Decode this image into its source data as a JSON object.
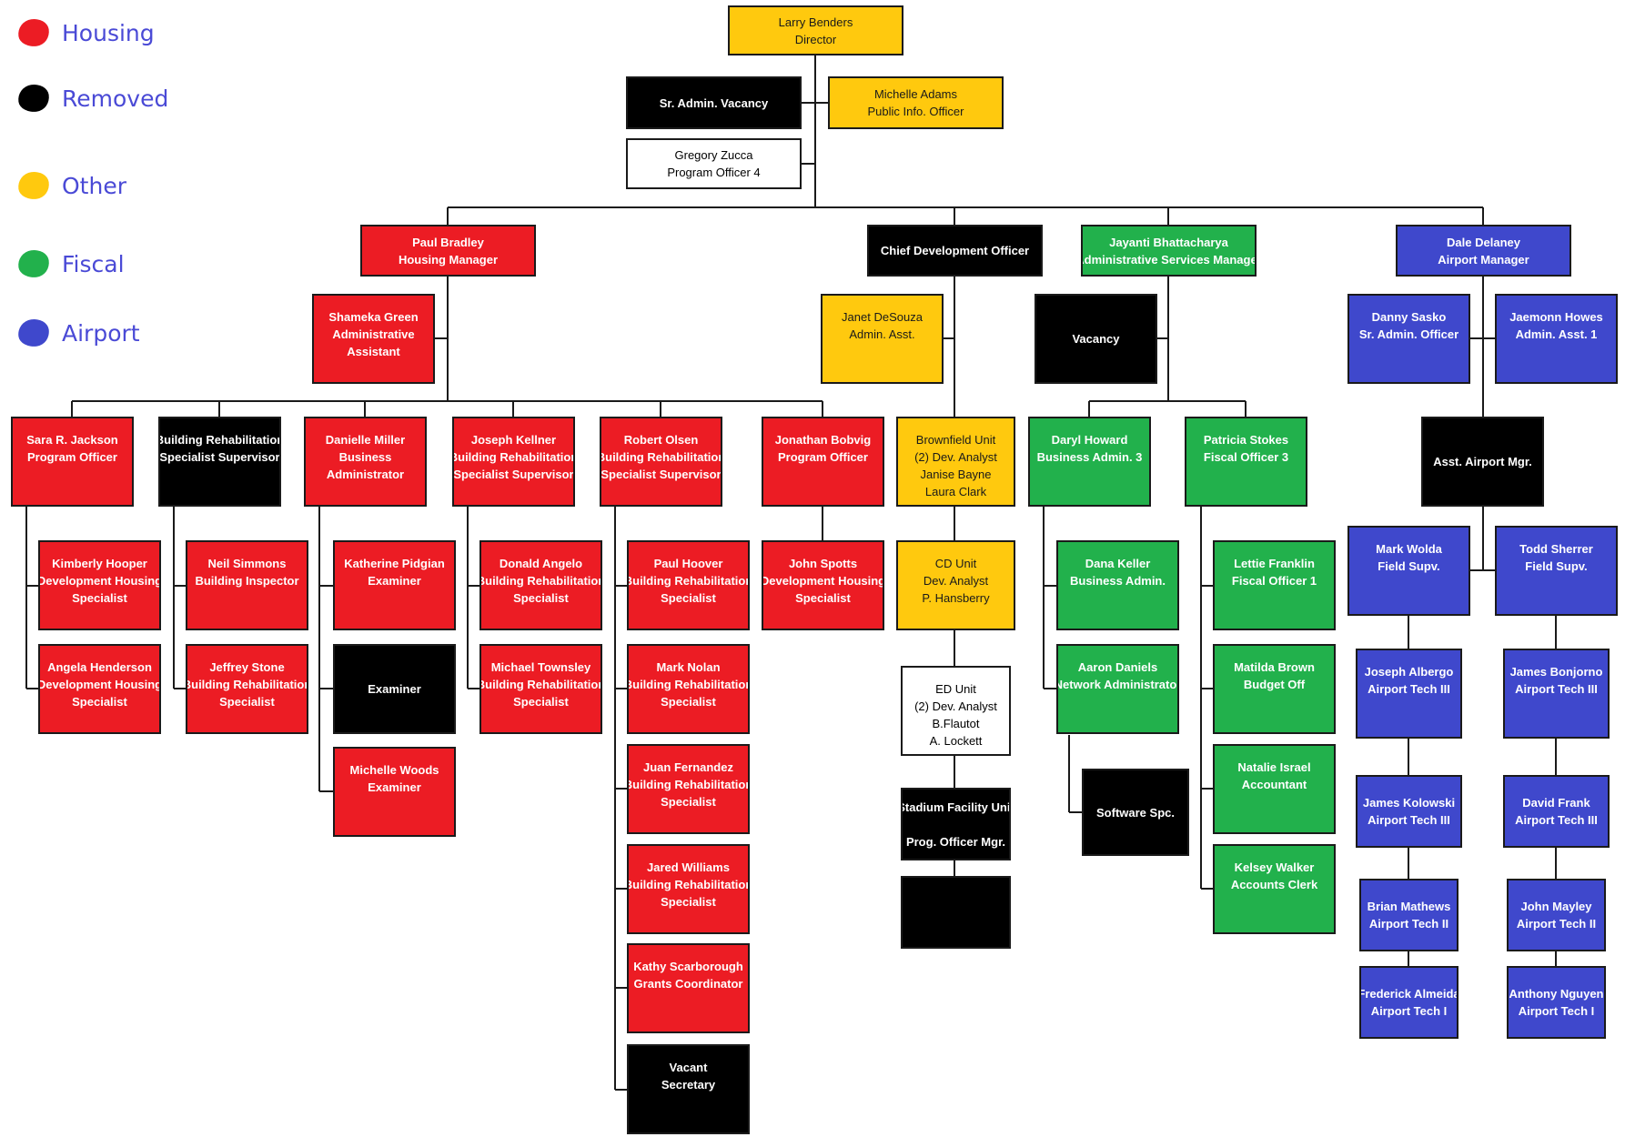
{
  "legend": [
    {
      "label": "Housing",
      "color": "#ec1c24"
    },
    {
      "label": "Removed",
      "color": "#000000"
    },
    {
      "label": "Other",
      "color": "#ffc90e"
    },
    {
      "label": "Fiscal",
      "color": "#22b14c"
    },
    {
      "label": "Airport",
      "color": "#3f48cc"
    }
  ],
  "colors": {
    "red": "#ec1c24",
    "black": "#000000",
    "yellow": "#ffc90e",
    "green": "#22b14c",
    "blue": "#3f48cc",
    "white": "#ffffff"
  },
  "nodes": [
    {
      "id": "director",
      "color": "yellow",
      "lines": [
        "Larry Benders",
        "Director"
      ]
    },
    {
      "id": "sr-admin-vacancy",
      "color": "black",
      "lines": [
        "Sr. Admin. Vacancy"
      ]
    },
    {
      "id": "public-info-officer",
      "color": "yellow",
      "lines": [
        "Michelle Adams",
        "Public Info. Officer"
      ]
    },
    {
      "id": "program-officer-4",
      "color": "white",
      "lines": [
        "Gregory Zucca",
        "Program Officer 4"
      ]
    },
    {
      "id": "housing-manager",
      "color": "red",
      "lines": [
        "Paul Bradley",
        "Housing Manager"
      ]
    },
    {
      "id": "housing-admin-assistant",
      "color": "red",
      "lines": [
        "Shameka Green",
        "Administrative",
        "Assistant"
      ]
    },
    {
      "id": "h1-program-officer",
      "color": "red",
      "lines": [
        "Sara R. Jackson",
        "Program Officer"
      ]
    },
    {
      "id": "h2-rehab-supervisor",
      "color": "black",
      "lines": [
        "Building Rehabilitation",
        "Specialist Supervisor"
      ]
    },
    {
      "id": "h3-business-admin",
      "color": "red",
      "lines": [
        "Danielle Miller",
        "Business",
        "Administrator"
      ]
    },
    {
      "id": "h4-rehab-supervisor",
      "color": "red",
      "lines": [
        "Joseph Kellner",
        "Building Rehabilitation",
        "Specialist Supervisor"
      ]
    },
    {
      "id": "h5-rehab-supervisor",
      "color": "red",
      "lines": [
        "Robert Olsen",
        "Building Rehabilitation",
        "Specialist Supervisor"
      ]
    },
    {
      "id": "h6-program-officer",
      "color": "red",
      "lines": [
        "Jonathan Bobvig",
        "Program Officer"
      ]
    },
    {
      "id": "h1-a",
      "color": "red",
      "lines": [
        "Kimberly Hooper",
        "Development Housing",
        "Specialist"
      ]
    },
    {
      "id": "h1-b",
      "color": "red",
      "lines": [
        "Angela Henderson",
        "Development Housing",
        "Specialist"
      ]
    },
    {
      "id": "h2-a",
      "color": "red",
      "lines": [
        "Neil Simmons",
        "Building Inspector"
      ]
    },
    {
      "id": "h2-b",
      "color": "red",
      "lines": [
        "Jeffrey Stone",
        "Building Rehabilitation",
        "Specialist"
      ]
    },
    {
      "id": "h3-a",
      "color": "red",
      "lines": [
        "Katherine Pidgian",
        "Examiner"
      ]
    },
    {
      "id": "h3-b",
      "color": "black",
      "lines": [
        "Examiner"
      ]
    },
    {
      "id": "h3-c",
      "color": "red",
      "lines": [
        "Michelle Woods",
        "Examiner"
      ]
    },
    {
      "id": "h4-a",
      "color": "red",
      "lines": [
        "Donald Angelo",
        "Building Rehabilitation",
        "Specialist"
      ]
    },
    {
      "id": "h4-b",
      "color": "red",
      "lines": [
        "Michael Townsley",
        "Building Rehabilitation",
        "Specialist"
      ]
    },
    {
      "id": "h5-a",
      "color": "red",
      "lines": [
        "Paul Hoover",
        "Building Rehabilitation",
        "Specialist"
      ]
    },
    {
      "id": "h5-b",
      "color": "red",
      "lines": [
        "Mark Nolan",
        "Building Rehabilitation",
        "Specialist"
      ]
    },
    {
      "id": "h5-c",
      "color": "red",
      "lines": [
        "Juan Fernandez",
        "Building Rehabilitation",
        "Specialist"
      ]
    },
    {
      "id": "h5-d",
      "color": "red",
      "lines": [
        "Jared Williams",
        "Building Rehabilitation",
        "Specialist"
      ]
    },
    {
      "id": "h5-e",
      "color": "red",
      "lines": [
        "Kathy Scarborough",
        "Grants Coordinator"
      ]
    },
    {
      "id": "h5-f",
      "color": "black",
      "lines": [
        "Vacant",
        "Secretary"
      ]
    },
    {
      "id": "h6-a",
      "color": "red",
      "lines": [
        "John Spotts",
        "Development Housing",
        "Specialist"
      ]
    },
    {
      "id": "chief-development-officer",
      "color": "black",
      "lines": [
        "Chief Development Officer"
      ]
    },
    {
      "id": "dev-admin-asst",
      "color": "yellow",
      "lines": [
        "Janet DeSouza",
        "Admin. Asst."
      ]
    },
    {
      "id": "brownfield-unit",
      "color": "yellow",
      "lines": [
        "Brownfield Unit",
        "(2) Dev. Analyst",
        "Janise Bayne",
        "Laura Clark"
      ]
    },
    {
      "id": "cd-unit",
      "color": "yellow",
      "lines": [
        "CD Unit",
        "Dev. Analyst",
        "P. Hansberry"
      ]
    },
    {
      "id": "ed-unit",
      "color": "white",
      "lines": [
        "ED Unit",
        "(2) Dev. Analyst",
        "B.Flautot",
        "A. Lockett"
      ]
    },
    {
      "id": "stadium-facility-unit",
      "color": "black",
      "lines": [
        "Stadium Facility Unit",
        "",
        "Prog. Officer Mgr."
      ]
    },
    {
      "id": "stadium-vacant",
      "color": "black",
      "lines": [
        ""
      ]
    },
    {
      "id": "admin-services-manager",
      "color": "green",
      "lines": [
        "Jayanti Bhattacharya",
        "Administrative Services Manager"
      ]
    },
    {
      "id": "fiscal-vacancy",
      "color": "black",
      "lines": [
        "Vacancy"
      ]
    },
    {
      "id": "business-admin-3",
      "color": "green",
      "lines": [
        "Daryl Howard",
        "Business Admin. 3"
      ]
    },
    {
      "id": "fiscal-officer-3",
      "color": "green",
      "lines": [
        "Patricia Stokes",
        "Fiscal Officer 3"
      ]
    },
    {
      "id": "business-admin",
      "color": "green",
      "lines": [
        "Dana Keller",
        "Business Admin."
      ]
    },
    {
      "id": "network-admin",
      "color": "green",
      "lines": [
        "Aaron Daniels",
        "Network Administrator"
      ]
    },
    {
      "id": "software-spc",
      "color": "black",
      "lines": [
        "Software Spc."
      ]
    },
    {
      "id": "fiscal-officer-1",
      "color": "green",
      "lines": [
        "Lettie Franklin",
        "Fiscal Officer 1"
      ]
    },
    {
      "id": "budget-off",
      "color": "green",
      "lines": [
        "Matilda Brown",
        "Budget Off"
      ]
    },
    {
      "id": "accountant",
      "color": "green",
      "lines": [
        "Natalie Israel",
        "Accountant"
      ]
    },
    {
      "id": "accounts-clerk",
      "color": "green",
      "lines": [
        "Kelsey Walker",
        "Accounts Clerk"
      ]
    },
    {
      "id": "airport-manager",
      "color": "blue",
      "lines": [
        "Dale Delaney",
        "Airport Manager"
      ]
    },
    {
      "id": "sr-admin-officer",
      "color": "blue",
      "lines": [
        "Danny Sasko",
        "Sr. Admin. Officer"
      ]
    },
    {
      "id": "admin-asst-1",
      "color": "blue",
      "lines": [
        "Jaemonn Howes",
        "Admin. Asst. 1"
      ]
    },
    {
      "id": "asst-airport-mgr",
      "color": "black",
      "lines": [
        "Asst. Airport Mgr."
      ]
    },
    {
      "id": "field-supv-1",
      "color": "blue",
      "lines": [
        "Mark Wolda",
        "Field Supv."
      ]
    },
    {
      "id": "field-supv-2",
      "color": "blue",
      "lines": [
        "Todd Sherrer",
        "Field Supv."
      ]
    },
    {
      "id": "ap-a1",
      "color": "blue",
      "lines": [
        "Joseph Albergo",
        "Airport Tech III"
      ]
    },
    {
      "id": "ap-a2",
      "color": "blue",
      "lines": [
        "James Kolowski",
        "Airport Tech III"
      ]
    },
    {
      "id": "ap-a3",
      "color": "blue",
      "lines": [
        "Brian Mathews",
        "Airport Tech II"
      ]
    },
    {
      "id": "ap-a4",
      "color": "blue",
      "lines": [
        "Frederick Almeida",
        "Airport Tech I"
      ]
    },
    {
      "id": "ap-b1",
      "color": "blue",
      "lines": [
        "James Bonjorno",
        "Airport Tech III"
      ]
    },
    {
      "id": "ap-b2",
      "color": "blue",
      "lines": [
        "David Frank",
        "Airport Tech III"
      ]
    },
    {
      "id": "ap-b3",
      "color": "blue",
      "lines": [
        "John Mayley",
        "Airport Tech II"
      ]
    },
    {
      "id": "ap-b4",
      "color": "blue",
      "lines": [
        "Anthony Nguyen",
        "Airport Tech I"
      ]
    }
  ]
}
